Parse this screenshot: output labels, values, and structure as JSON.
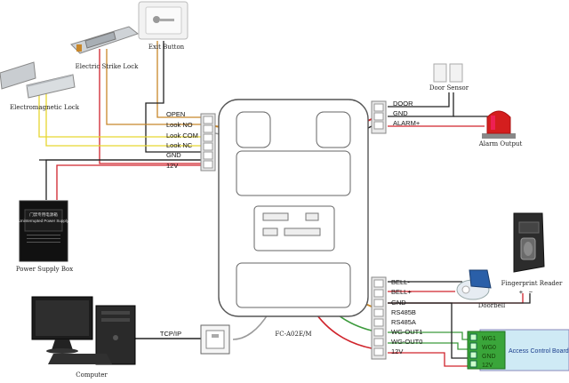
{
  "devices": {
    "exit_button": "Exit Button",
    "electric_strike_lock": "Electric Strike Lock",
    "electromagnetic_lock": "Electromagnetic Lock",
    "power_supply_box": "Power Supply Box",
    "computer": "Computer",
    "controller_model": "FC-A02E/M",
    "door_sensor": "Door Sensor",
    "alarm_output": "Alarm Output",
    "fingerprint_reader": "Fingerprint Reader",
    "doorbell": "Doorbell",
    "access_control_board": "Access Control Board",
    "tcp_ip": "TCP/IP",
    "psu_title": "门禁专用电源箱",
    "psu_subtitle": "Uninterrupted Power Supply"
  },
  "left_terminal": [
    "OPEN",
    "Look NO",
    "Look COM",
    "Look NC",
    "GND",
    "12V"
  ],
  "right_top_terminal": [
    "DOOR",
    "GND",
    "ALARM+"
  ],
  "right_bottom_terminal": [
    "BELL-",
    "BELL+",
    "GND",
    "RS485B",
    "RS485A",
    "WG-OUT1",
    "WG-OUT0",
    "12V"
  ],
  "board_pins": [
    "WG1",
    "WG0",
    "GND",
    "12V"
  ],
  "polarity": {
    "plus": "+",
    "minus": "−"
  },
  "colors": {
    "wire_black": "#222222",
    "wire_red": "#d0242c",
    "wire_yellow": "#e6d630",
    "wire_orange": "#c8872a",
    "wire_green": "#3c9a3c",
    "wire_gray": "#9a9a9a",
    "board_green": "#3aa53a",
    "board_blue": "#cfeaf5",
    "alarm_red": "#d41e1e"
  }
}
